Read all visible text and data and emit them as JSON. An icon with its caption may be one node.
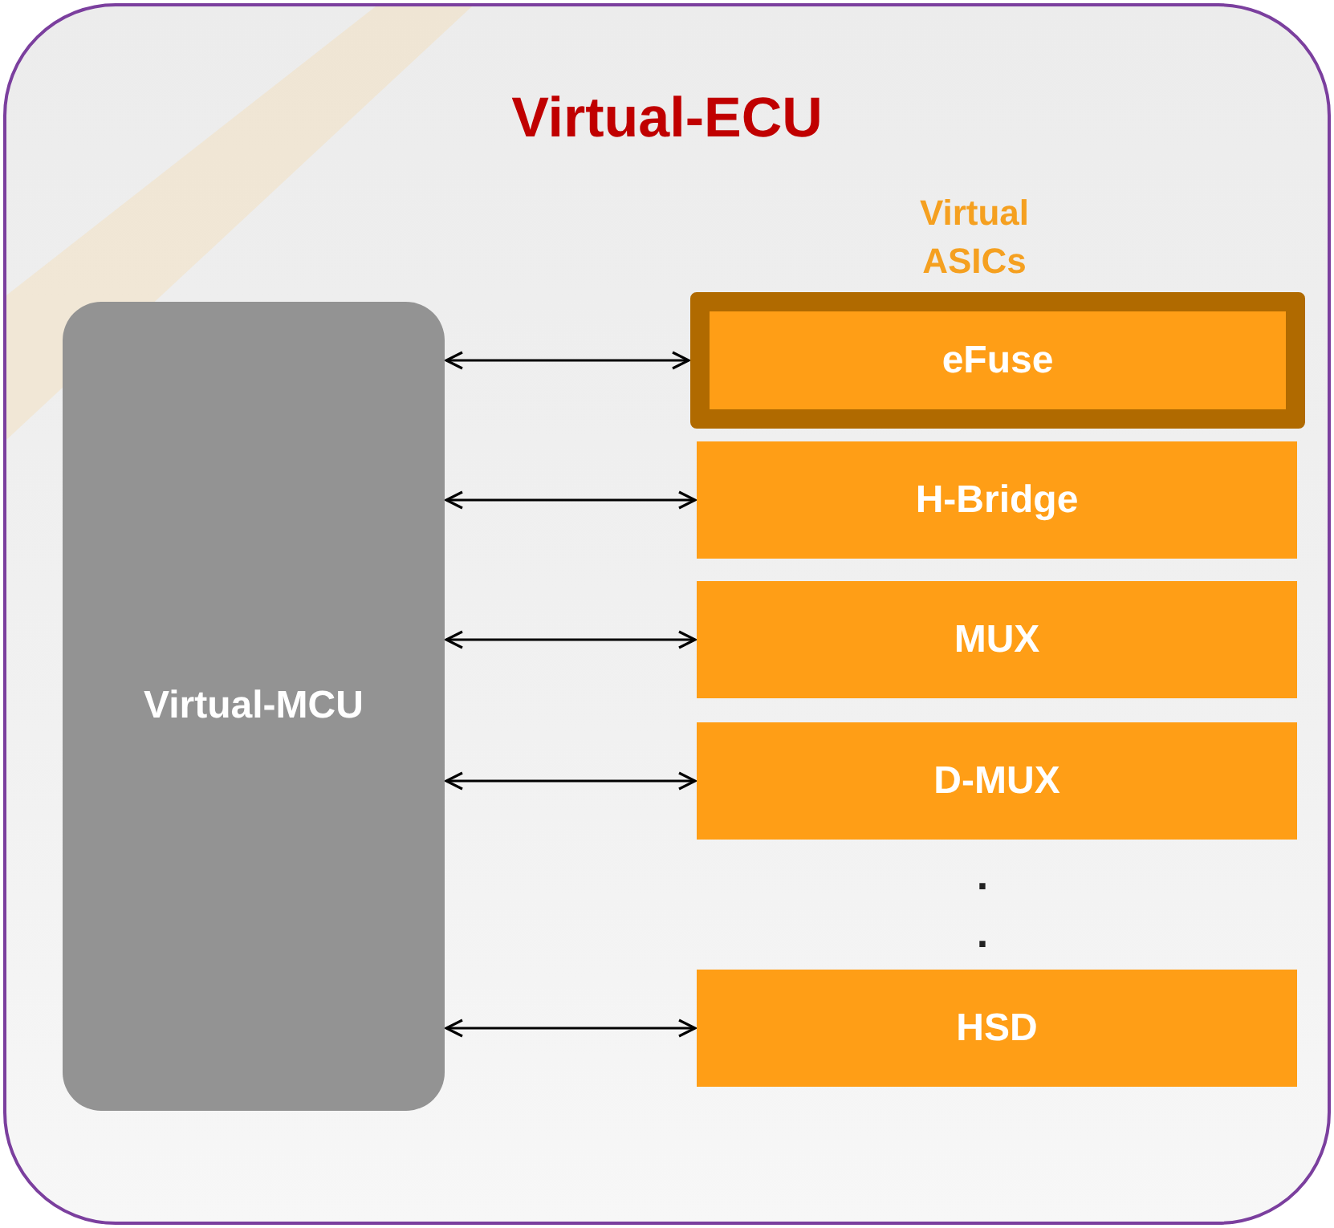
{
  "diagram": {
    "nodes": [
      {
        "text": [
          "Virtual-ECU"
        ]
      },
      {
        "text": [
          "Virtual-MCU"
        ],
        "in": 0
      },
      {
        "text": [
          "eFuse"
        ],
        "in": 0
      },
      {
        "text": [
          "H-Bridge"
        ],
        "in": 0
      },
      {
        "text": [
          "MUX"
        ],
        "in": 0
      },
      {
        "text": [
          "D-MUX"
        ],
        "in": 0
      },
      {
        "text": [
          "HSD"
        ],
        "in": 0
      }
    ],
    "edges": [
      {
        "from": 1,
        "to": 2,
        "arrow": "both"
      },
      {
        "from": 1,
        "to": 3,
        "arrow": "both"
      },
      {
        "from": 1,
        "to": 4,
        "arrow": "both"
      },
      {
        "from": 1,
        "to": 5,
        "arrow": "both"
      },
      {
        "from": 1,
        "to": 6,
        "arrow": "both"
      }
    ],
    "labels": [
      "Virtual ASICs",
      ".",
      "."
    ]
  }
}
